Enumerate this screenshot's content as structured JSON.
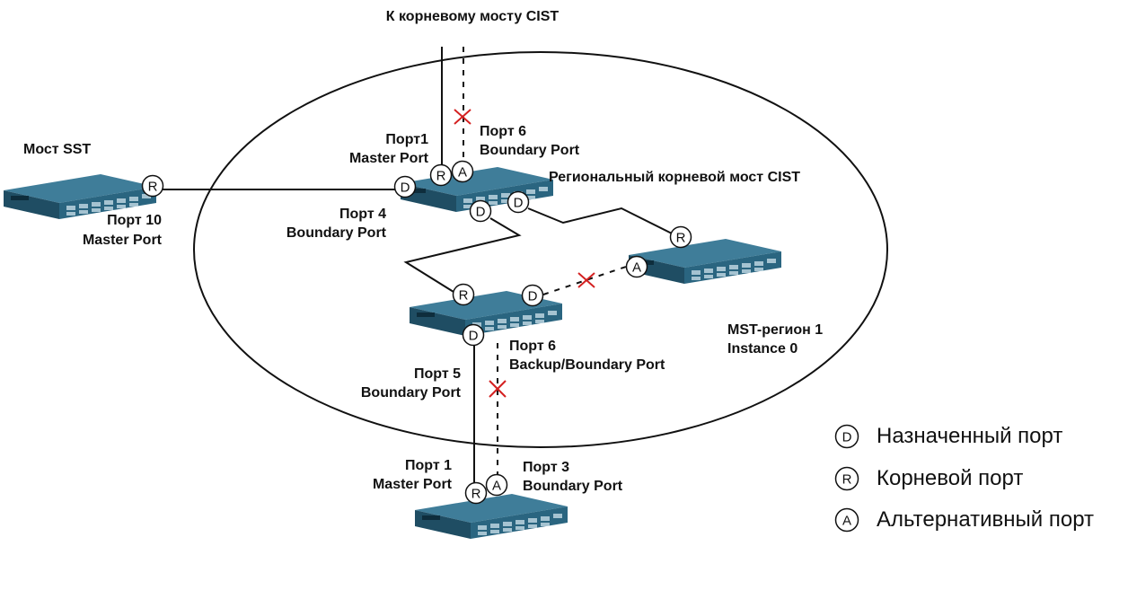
{
  "top_label": "К корневому мосту CIST",
  "sst_bridge": {
    "title": "Мост SST",
    "port_line1": "Порт 10",
    "port_line2": "Master Port"
  },
  "root_bridge": {
    "title": "Региональный корневой мост CIST",
    "port1_line1": "Порт1",
    "port1_line2": "Master Port",
    "port6_line1": "Порт 6",
    "port6_line2": "Boundary Port",
    "port4_line1": "Порт 4",
    "port4_line2": "Boundary Port"
  },
  "middle_bridge": {
    "port6_line1": "Порт 6",
    "port6_line2": "Backup/Boundary Port",
    "port5_line1": "Порт 5",
    "port5_line2": "Boundary Port"
  },
  "region": {
    "line1": "MST-регион 1",
    "line2": "Instance 0"
  },
  "bottom_bridge": {
    "port1_line1": "Порт 1",
    "port1_line2": "Master Port",
    "port3_line1": "Порт 3",
    "port3_line2": "Boundary Port"
  },
  "port_letters": {
    "designated": "D",
    "root": "R",
    "alternate": "A"
  },
  "legend": [
    {
      "letter": "D",
      "text": "Назначенный порт"
    },
    {
      "letter": "R",
      "text": "Корневой порт"
    },
    {
      "letter": "A",
      "text": "Альтернативный порт"
    }
  ],
  "colors": {
    "switch_top": "#3f7d99",
    "switch_front": "#1f4d63",
    "blocked_mark": "#d42020",
    "line": "#111111"
  }
}
